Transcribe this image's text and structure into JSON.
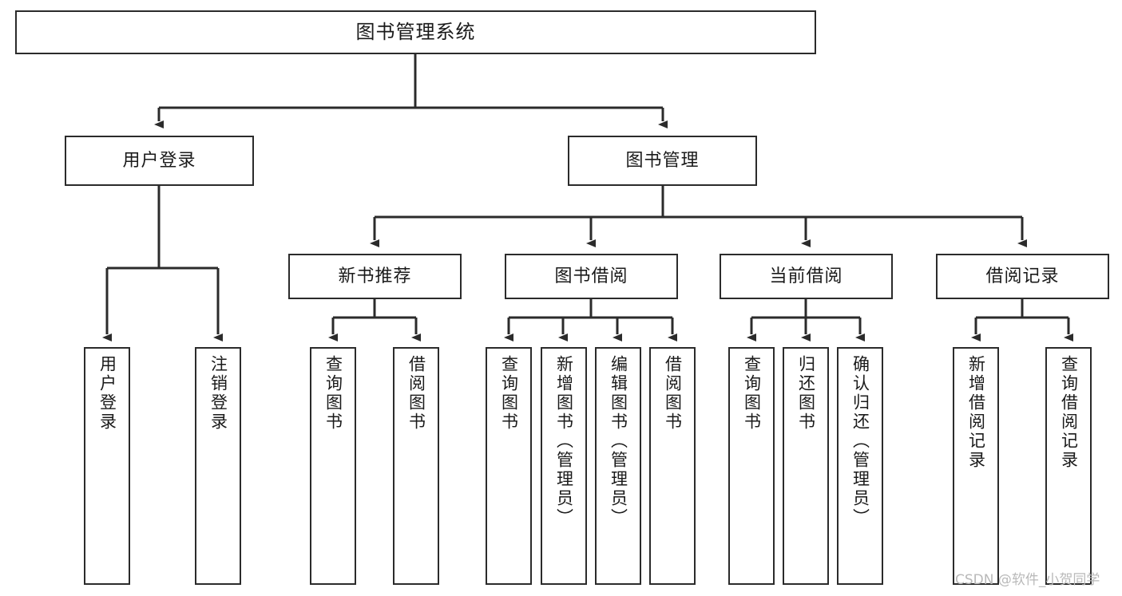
{
  "diagram": {
    "title": "图书管理系统",
    "type": "tree-hierarchy",
    "watermark": "CSDN @软件_小贺同学",
    "colors": {
      "background": "#ffffff",
      "node_border": "#2b2b2b",
      "node_fill": "#ffffff",
      "text": "#1a1a1a",
      "edge": "#2b2b2b",
      "watermark": "#b9b9b9"
    },
    "nodes": {
      "root": {
        "label": "图书管理系统"
      },
      "level2": [
        {
          "label": "用户登录"
        },
        {
          "label": "图书管理"
        }
      ],
      "level3": [
        {
          "label": "新书推荐"
        },
        {
          "label": "图书借阅"
        },
        {
          "label": "当前借阅"
        },
        {
          "label": "借阅记录"
        }
      ],
      "leaves_user_login": [
        {
          "label": "用户登录"
        },
        {
          "label": "注销登录"
        }
      ],
      "leaves_new_book": [
        {
          "label": "查询图书"
        },
        {
          "label": "借阅图书"
        }
      ],
      "leaves_borrow": [
        {
          "label": "查询图书"
        },
        {
          "label": "新增图书（管理员）"
        },
        {
          "label": "编辑图书（管理员）"
        },
        {
          "label": "借阅图书"
        }
      ],
      "leaves_current": [
        {
          "label": "查询图书"
        },
        {
          "label": "归还图书"
        },
        {
          "label": "确认归还（管理员）"
        }
      ],
      "leaves_records": [
        {
          "label": "新增借阅记录"
        },
        {
          "label": "查询借阅记录"
        }
      ]
    }
  }
}
